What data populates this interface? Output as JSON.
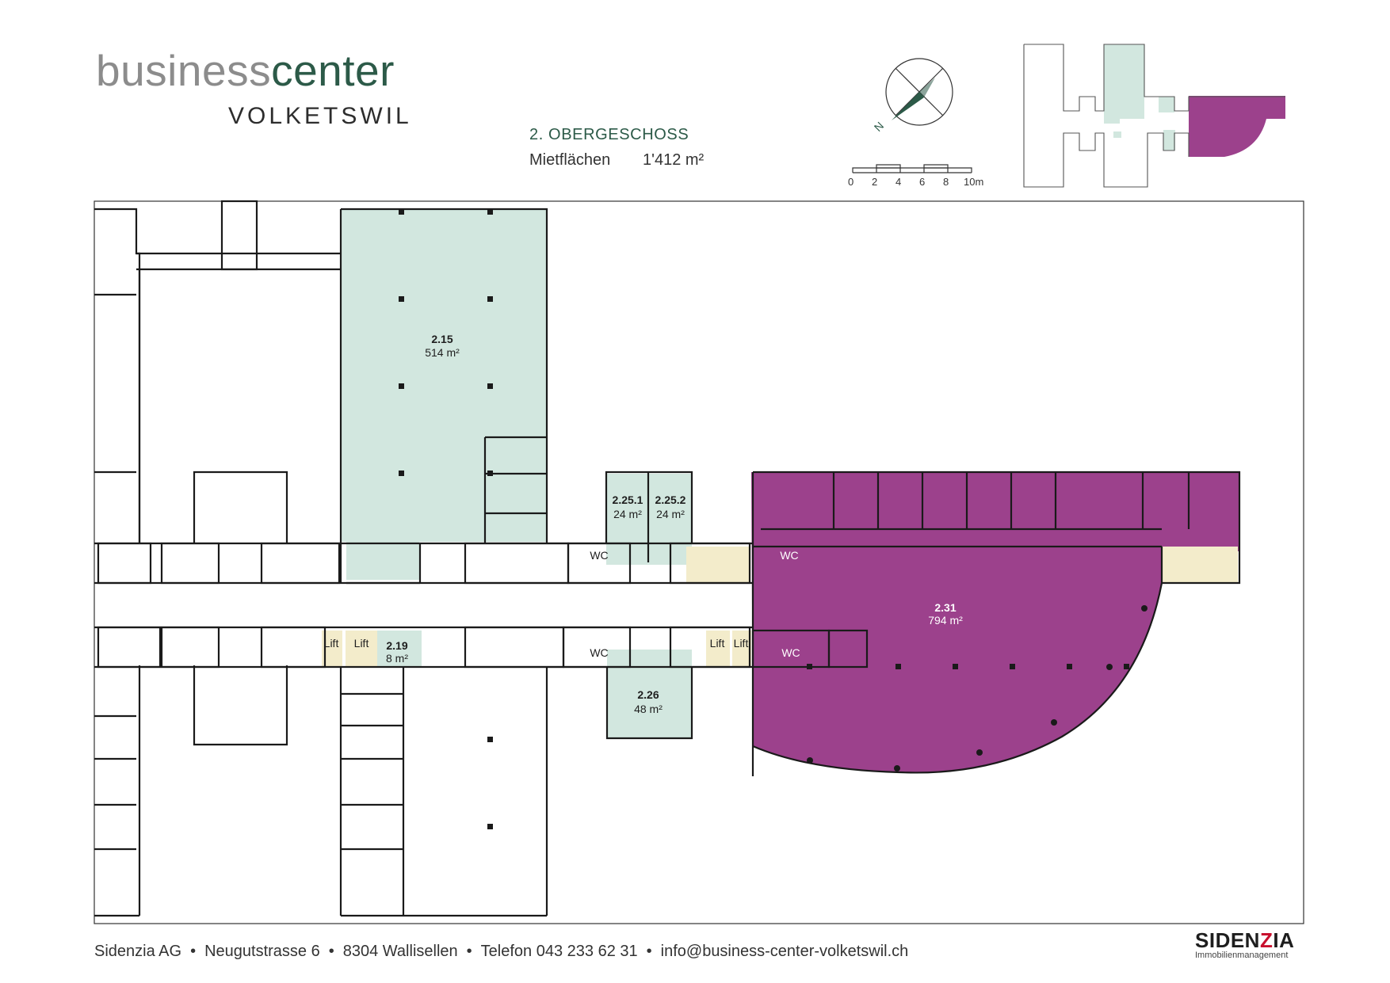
{
  "brand": {
    "word1": "business",
    "word2": "center",
    "location": "VOLKETSWIL"
  },
  "floor": {
    "title": "2. OBERGESCHOSS",
    "area_label": "Mietflächen",
    "area_value": "1'412 m²"
  },
  "compass": {
    "north_label": "N"
  },
  "scale_bar": {
    "ticks": [
      "0",
      "2",
      "4",
      "6",
      "8",
      "10m"
    ]
  },
  "units": [
    {
      "id": "2.15",
      "area": "514 m²"
    },
    {
      "id": "2.25.1",
      "area": "24 m²"
    },
    {
      "id": "2.25.2",
      "area": "24 m²"
    },
    {
      "id": "2.19",
      "area": "8 m²"
    },
    {
      "id": "2.26",
      "area": "48 m²"
    },
    {
      "id": "2.31",
      "area": "794 m²"
    }
  ],
  "room_labels": {
    "wc": "WC",
    "lift": "Lift"
  },
  "footer": {
    "company": "Sidenzia AG",
    "street": "Neugutstrasse 6",
    "city": "8304 Wallisellen",
    "phone": "Telefon 043 233 62 31",
    "email": "info@business-center-volketswil.ch"
  },
  "sidenzia": {
    "name_a": "SIDEN",
    "name_b": "Z",
    "name_c": "IA",
    "tagline": "Immobilienmanagement"
  },
  "colors": {
    "teal": "#2c5a48",
    "mint": "#d2e7df",
    "purple": "#9c418c",
    "yellow": "#f3eccb"
  }
}
